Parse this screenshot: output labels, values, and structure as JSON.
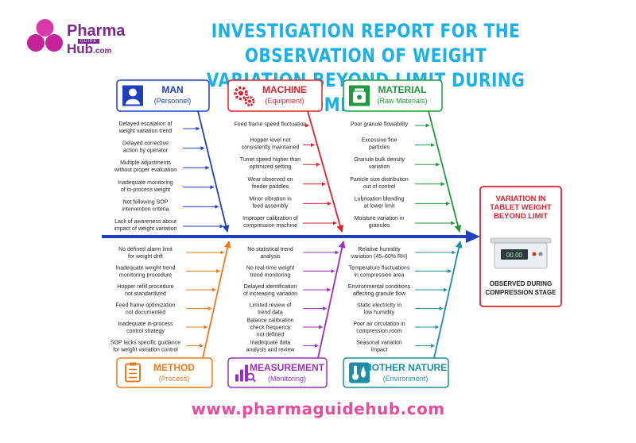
{
  "logo": {
    "word1": "Pharma",
    "guide": "GUIDE",
    "word2": "Hub",
    "domain": ".com"
  },
  "title_line1": "INVESTIGATION REPORT FOR THE OBSERVATION OF WEIGHT",
  "title_line2": "VARIATION BEYOND LIMIT DURING COMPRESSION",
  "effect": {
    "title": [
      "VARIATION IN",
      "TABLET WEIGHT",
      "BEYOND LIMIT"
    ],
    "scale_display": "00.00",
    "observed": [
      "OBSERVED DURING",
      "COMPRESSION STAGE"
    ]
  },
  "categories": [
    {
      "key": "man",
      "title": "MAN",
      "subtitle": "(Personnel)",
      "icon": "person-icon",
      "color": "#1f3fbf",
      "causes": [
        [
          "Delayed escalation of",
          "weight variation trend"
        ],
        [
          "Delayed corrective",
          "action by operator"
        ],
        [
          "Multiple adjustments",
          "without proper evaluation"
        ],
        [
          "Inadequate monitoring",
          "of in-process weight"
        ],
        [
          "Not following SOP",
          "intervention criteria"
        ],
        [
          "Lack of awareness about",
          "impact of weight variation"
        ]
      ]
    },
    {
      "key": "machine",
      "title": "MACHINE",
      "subtitle": "(Equipment)",
      "icon": "gears-icon",
      "color": "#e0202a",
      "causes": [
        [
          "Feed frame speed fluctuation"
        ],
        [
          "Hopper level not",
          "consistently maintained"
        ],
        [
          "Turret speed higher than",
          "optimized setting"
        ],
        [
          "Wear observed on",
          "feeder paddles"
        ],
        [
          "Minor vibration in",
          "feed assembly"
        ],
        [
          "Improper calibration of",
          "compression machine"
        ]
      ]
    },
    {
      "key": "material",
      "title": "MATERIAL",
      "subtitle": "(Raw Materials)",
      "icon": "material-jar-icon",
      "color": "#1e9a3c",
      "causes": [
        [
          "Poor granule flowability"
        ],
        [
          "Excessive fine",
          "particles"
        ],
        [
          "Granule bulk density",
          "variation"
        ],
        [
          "Particle size distribution",
          "out of control"
        ],
        [
          "Lubrication blending",
          "at lower limit"
        ],
        [
          "Moisture variation in",
          "granules"
        ]
      ]
    },
    {
      "key": "method",
      "title": "METHOD",
      "subtitle": "(Process)",
      "icon": "clipboard-icon",
      "color": "#f07a1a",
      "causes": [
        [
          "No defined alarm limit",
          "for weight drift"
        ],
        [
          "Inadequate weight trend",
          "monitoring procedure"
        ],
        [
          "Hopper refill procedure",
          "not standardized"
        ],
        [
          "Feed frame optimization",
          "not documented"
        ],
        [
          "Inadequate in-process",
          "control strategy"
        ],
        [
          "SOP lacks specific guidance",
          "for weight variation control"
        ]
      ]
    },
    {
      "key": "measurement",
      "title": "MEASUREMENT",
      "subtitle": "(Monitoring)",
      "icon": "chart-magnifier-icon",
      "color": "#9b2fc0",
      "causes": [
        [
          "No statistical trend",
          "analysis"
        ],
        [
          "No real-time weight",
          "trend monitoring"
        ],
        [
          "Delayed identification",
          "of increasing variation"
        ],
        [
          "Limited review of",
          "trend data"
        ],
        [
          "Balance calibration",
          "check frequency",
          "not defined"
        ],
        [
          "Inadequate data",
          "analysis and review"
        ]
      ]
    },
    {
      "key": "nature",
      "title": "MOTHER NATURE",
      "subtitle": "(Environment)",
      "icon": "thermometer-drop-icon",
      "color": "#1c8ea6",
      "causes": [
        [
          "Relative humidity",
          "variation (45–60% RH)"
        ],
        [
          "Temperature fluctuations",
          "in compression area"
        ],
        [
          "Environmental conditions",
          "affecting granule flow"
        ],
        [
          "Static electricity in",
          "low humidity"
        ],
        [
          "Poor air circulation in",
          "compression room"
        ],
        [
          "Seasonal variation",
          "impact"
        ]
      ]
    }
  ],
  "colors": {
    "spine": "#1f3fbf",
    "effect_border": "#e0202a",
    "title": "#1ab1e8",
    "footer": "#e84a9c",
    "logo": "#7a2a8c"
  },
  "footer": "www.pharmaguidehub.com"
}
